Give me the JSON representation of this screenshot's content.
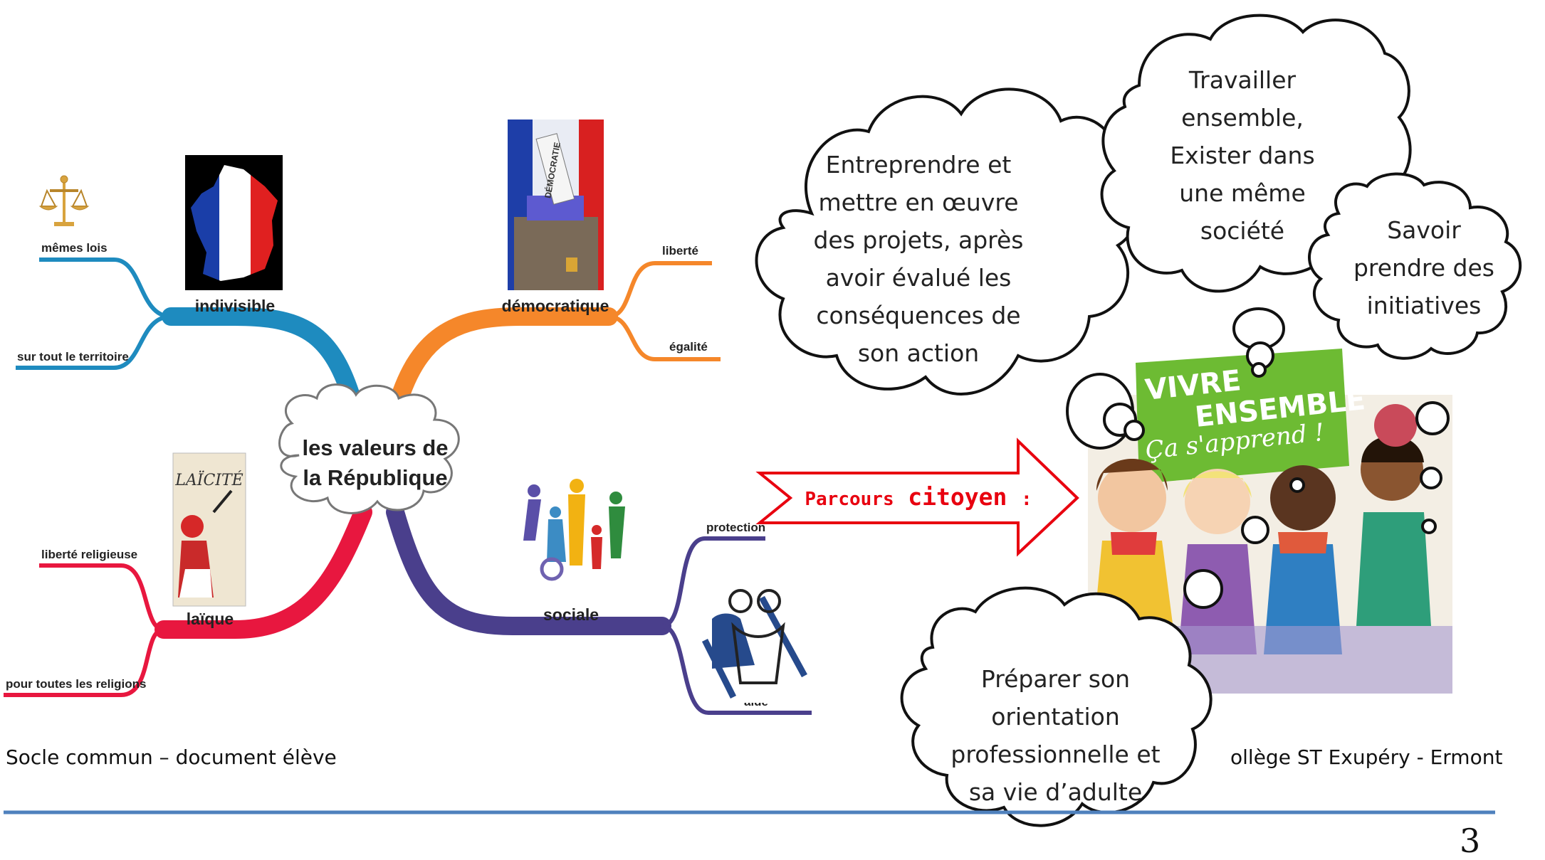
{
  "mindmap": {
    "center": "les valeurs de la République",
    "center_lines": [
      "les valeurs de",
      "la République"
    ],
    "branches": {
      "indivisible": {
        "label": "indivisible",
        "leaves": [
          "mêmes lois",
          "sur tout le territoire"
        ]
      },
      "democratique": {
        "label": "démocratique",
        "leaves": [
          "liberté",
          "égalité"
        ]
      },
      "laique": {
        "label": "laïque",
        "leaves": [
          "liberté religieuse",
          "pour toutes les religions"
        ]
      },
      "sociale": {
        "label": "sociale",
        "leaves": [
          "protection",
          "aide"
        ]
      }
    },
    "laicite_poster_text": "LAÏCITÉ",
    "ballot_text": "DÉMOCRATIE"
  },
  "arrow": {
    "label_part1": "Parcours",
    "label_part2": "citoyen",
    "label_part3": ":"
  },
  "poster": {
    "line1": "VIVRE",
    "line2": "ENSEMBLE",
    "line3": "Ça s'apprend !"
  },
  "clouds": {
    "entreprendre": [
      "Entreprendre et",
      "mettre en œuvre",
      "des projets, après",
      "avoir évalué les",
      "conséquences de",
      "son action"
    ],
    "travailler": [
      "Travailler",
      "ensemble,",
      "Exister dans",
      "une même",
      "société"
    ],
    "initiatives": [
      "Savoir",
      "prendre des",
      "initiatives"
    ],
    "orientation": [
      "Préparer son",
      "orientation",
      "professionnelle et",
      "sa vie d’adulte"
    ]
  },
  "footer": {
    "left": "Socle commun – document élève",
    "right": "ollège ST Exupéry - Ermont",
    "page_number": "3"
  },
  "colors": {
    "indivisible": "#1e8bbf",
    "democratique": "#f5872a",
    "laique": "#e8173f",
    "sociale": "#4a3f8c",
    "arrow": "#e8000f",
    "footer_line": "#4f81bd"
  }
}
